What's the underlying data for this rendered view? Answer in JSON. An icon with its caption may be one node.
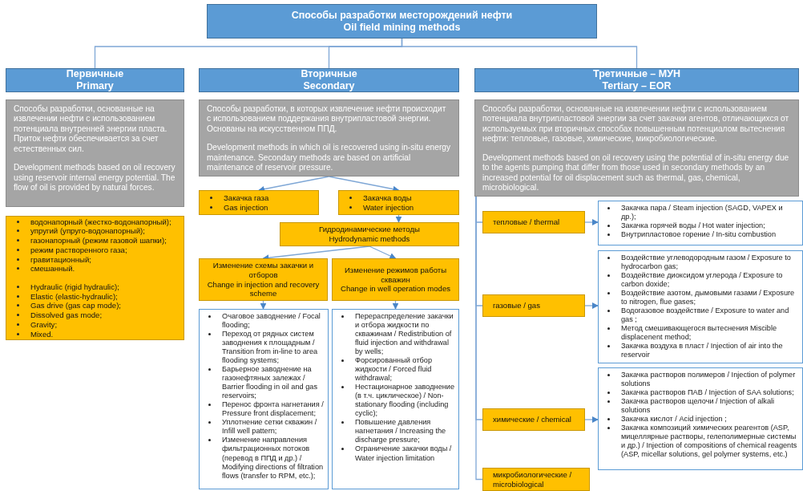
{
  "diagram": {
    "nodes": [
      {
        "text": [
          "Способы разработки месторождений нефти",
          "Oil field mining methods"
        ]
      },
      {
        "text": [
          "Первичные",
          "Primary"
        ]
      },
      {
        "text": [
          "Способы разработки, основанные на извлечении нефти с использованием потенциала внутренней энергии пласта. Приток нефти обеспечивается за счет естественных сил.",
          "Development methods based on oil recovery using reservoir internal energy potential. The flow of oil is provided by natural forces."
        ]
      },
      {
        "text": [
          "водонапорный (жестко-водонапорный);",
          "упругий (упруго-водонапорный);",
          "газонапорный (режим газовой шапки);",
          "режим растворенного газа;",
          "гравитационный;",
          "смешанный.",
          "Hydraulic (rigid hydraulic);",
          "Elastic (elastic-hydraulic);",
          "Gas drive (gas cap mode);",
          "Dissolved gas mode;",
          "Gravity;",
          "Mixed."
        ]
      },
      {
        "text": [
          "Вторичные",
          "Secondary"
        ]
      },
      {
        "text": [
          "Способы разработки, в которых извлечение нефти происходит с использованием поддержания внутрипластовой энергии. Основаны на искусственном ППД.",
          "Development methods in which oil is recovered using in-situ energy maintenance. Secondary methods are based on artificial maintenance of reservoir pressure."
        ]
      },
      {
        "text": [
          "Закачка газа",
          "Gas injection"
        ]
      },
      {
        "text": [
          "Закачка воды",
          "Water injection"
        ]
      },
      {
        "text": [
          "Гидродинамические методы",
          "Hydrodynamic methods"
        ]
      },
      {
        "text": [
          "Изменение схемы закачки и отборов",
          "Change in injection and recovery scheme"
        ]
      },
      {
        "text": [
          "Изменение режимов работы скважин",
          "Change in well operation modes"
        ]
      },
      {
        "text": [
          "Очаговое заводнение / Focal flooding;",
          "Переход от рядных систем заводнения к площадным / Transition from in-line to area flooding systems;",
          "Барьерное заводнение на газонефтяных залежах / Barrier flooding in oil and gas reservoirs;",
          "Перенос фронта нагнетания / Pressure front displacement;",
          "Уплотнение сетки скважин / Infill well pattern;",
          "Изменение направления фильтрационных потоков (перевод в ППД и др.) / Modifying directions of filtration flows (transfer to RPM, etc.);"
        ]
      },
      {
        "text": [
          "Перераспределение закачки и отбора жидкости по скважинам / Redistribution of fluid injection and withdrawal by wells;",
          "Форсированный отбор жидкости / Forced fluid withdrawal;",
          "Нестационарное заводнение (в т.ч. циклическое) / Non-stationary flooding (including cyclic);",
          "Повышение давления нагнетания / Increasing the discharge pressure;",
          "Ограничение закачки воды / Water injection limitation"
        ]
      },
      {
        "text": [
          "Третичные – МУН",
          "Tertiary – EOR"
        ]
      },
      {
        "text": [
          "Способы разработки, основанные на извлечении нефти с использованием потенциала внутрипластовой энергии за счет закачки агентов, отличающихся от используемых при вторичных способах повышенным потенциалом вытеснения нефти: тепловые, газовые, химические, микробиологические.",
          "Development methods based on oil recovery using the potential of in-situ energy due to the agents pumping that differ from those used in secondary methods by an increased potential for oil displacement such as thermal, gas, chemical, microbiological."
        ]
      },
      {
        "text": [
          "тепловые / thermal"
        ]
      },
      {
        "text": [
          "Закачка пара / Steam injection (SAGD, VAPEX и др.);",
          "Закачка горячей воды / Hot water injection;",
          "Внутрипластовое горение / In-situ combustion"
        ]
      },
      {
        "text": [
          "газовые / gas"
        ]
      },
      {
        "text": [
          "Воздействие углеводородным газом / Exposure to hydrocarbon gas;",
          "Воздействие диоксидом углерода / Exposure to carbon doxide;",
          "Воздействие азотом, дымовыми газами / Exposure to nitrogen, flue gases;",
          "Водогазовое воздействие / Exposure to water and gas ;",
          "Метод смешивающегося вытеснения Miscible displacenent method;",
          "Закачка воздуха в пласт / Injection of air into the reservoir"
        ]
      },
      {
        "text": [
          "химические / chemical"
        ]
      },
      {
        "text": [
          "Закачка растворов полимеров / Injection of polymer solutions",
          "Закачка растворов ПАВ / Injection of SAA solutions;",
          "Закачка растворов щелочи / Injection of alkali solutions",
          "Закачка кислот / Acid injection ;",
          "Закачка композиций химических реагентов (ASP, мицеллярные растворы, гелеполимерные системы и др.) / Injection of compositions of chemical reagents (ASP, micellar solutions, gel polymer systems, etc.)"
        ]
      },
      {
        "text": [
          "микробиологические / microbiological"
        ]
      }
    ],
    "edges": [
      {
        "from": 0,
        "to": 1,
        "arrow": "none"
      },
      {
        "from": 0,
        "to": 4,
        "arrow": "none"
      },
      {
        "from": 0,
        "to": 13,
        "arrow": "none"
      },
      {
        "from": 5,
        "to": 6,
        "arrow": "to"
      },
      {
        "from": 5,
        "to": 7,
        "arrow": "to"
      },
      {
        "from": 7,
        "to": 8,
        "arrow": "to"
      },
      {
        "from": 8,
        "to": 9,
        "arrow": "to"
      },
      {
        "from": 8,
        "to": 10,
        "arrow": "to"
      },
      {
        "from": 9,
        "to": 11,
        "arrow": "to"
      },
      {
        "from": 10,
        "to": 12,
        "arrow": "to"
      },
      {
        "from": 14,
        "to": 15,
        "arrow": "none"
      },
      {
        "from": 14,
        "to": 17,
        "arrow": "none"
      },
      {
        "from": 14,
        "to": 19,
        "arrow": "none"
      },
      {
        "from": 14,
        "to": 21,
        "arrow": "none"
      },
      {
        "from": 15,
        "to": 16,
        "arrow": "to"
      },
      {
        "from": 17,
        "to": 18,
        "arrow": "to"
      },
      {
        "from": 19,
        "to": 20,
        "arrow": "to"
      }
    ]
  }
}
